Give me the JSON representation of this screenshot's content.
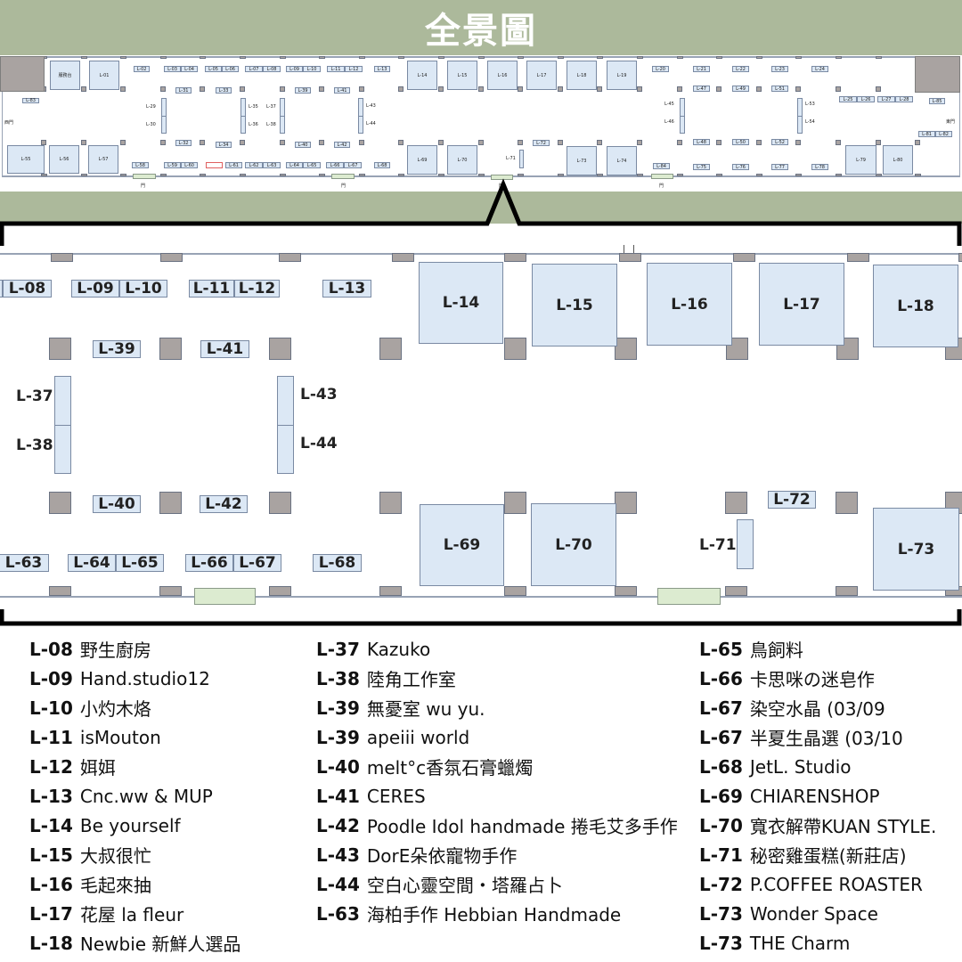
{
  "title": "全景圖",
  "colors": {
    "band": "#acb99b",
    "booth": "#dce8f5",
    "pillar": "#a9a3a1",
    "door": "#dcebd0"
  },
  "overview": {
    "booths": [
      "服務台",
      "L-01",
      "L-02",
      "L-03",
      "L-04",
      "L-05",
      "L-06",
      "L-07",
      "L-08",
      "L-09",
      "L-10",
      "L-11",
      "L-12",
      "L-13",
      "L-14",
      "L-15",
      "L-16",
      "L-17",
      "L-18",
      "L-19",
      "L-20",
      "L-21",
      "L-22",
      "L-23",
      "L-24",
      "L-31",
      "L-33",
      "L-39",
      "L-41",
      "L-47",
      "L-49",
      "L-51",
      "L-83",
      "L-25",
      "L-26",
      "L-27",
      "L-28",
      "L-85",
      "L-81",
      "L-82",
      "L-32",
      "L-34",
      "L-40",
      "L-42",
      "L-48",
      "L-50",
      "L-52",
      "L-72",
      "L-55",
      "L-56",
      "L-57",
      "L-58",
      "L-59",
      "L-60",
      "L-61",
      "L-62",
      "L-63",
      "L-64",
      "L-65",
      "L-66",
      "L-67",
      "L-68",
      "L-69",
      "L-70",
      "L-73",
      "L-74",
      "L-84",
      "L-75",
      "L-76",
      "L-77",
      "L-78",
      "L-79",
      "L-80"
    ],
    "texts": [
      "L-29",
      "L-30",
      "L-35",
      "L-36",
      "L-37",
      "L-38",
      "L-43",
      "L-44",
      "L-45",
      "L-46",
      "L-53",
      "L-54",
      "L-71",
      "西門",
      "東門",
      "門",
      "門",
      "門",
      "門"
    ]
  },
  "detail": {
    "booths": [
      "L-08",
      "L-09",
      "L-10",
      "L-11",
      "L-12",
      "L-13",
      "L-14",
      "L-15",
      "L-16",
      "L-17",
      "L-18",
      "L-39",
      "L-41",
      "L-40",
      "L-42",
      "L-69",
      "L-70",
      "L-72",
      "L-73",
      "L-63",
      "L-64",
      "L-65",
      "L-66",
      "L-67",
      "L-68"
    ],
    "texts": [
      "L-37",
      "L-38",
      "L-43",
      "L-44",
      "L-71"
    ]
  },
  "legend": [
    [
      {
        "code": "L-08",
        "name": "野生廚房"
      },
      {
        "code": "L-09",
        "name": "Hand.studio12"
      },
      {
        "code": "L-10",
        "name": "小灼木烙"
      },
      {
        "code": "L-11",
        "name": "isMouton"
      },
      {
        "code": "L-12",
        "name": "㛅㛅"
      },
      {
        "code": "L-13",
        "name": "Cnc.ww & MUP"
      },
      {
        "code": "L-14",
        "name": "Be yourself"
      },
      {
        "code": "L-15",
        "name": "大叔很忙"
      },
      {
        "code": "L-16",
        "name": "毛起來抽"
      },
      {
        "code": "L-17",
        "name": "花屋 la fleur"
      },
      {
        "code": "L-18",
        "name": "Newbie 新鮮人選品"
      }
    ],
    [
      {
        "code": "L-37",
        "name": "Kazuko"
      },
      {
        "code": "L-38",
        "name": "陸角工作室"
      },
      {
        "code": "L-39",
        "name": "無憂室 wu yu."
      },
      {
        "code": "L-39",
        "name": "apeiii world"
      },
      {
        "code": "L-40",
        "name": "melt°c香氛石膏蠟燭"
      },
      {
        "code": "L-41",
        "name": "CERES"
      },
      {
        "code": "L-42",
        "name": "Poodle Idol handmade 捲毛艾多手作"
      },
      {
        "code": "L-43",
        "name": "DorE朵依寵物手作"
      },
      {
        "code": "L-44",
        "name": "空白心靈空間・塔羅占卜"
      },
      {
        "code": "L-63",
        "name": "海柏手作 Hebbian Handmade"
      }
    ],
    [
      {
        "code": "L-65",
        "name": "鳥飼料"
      },
      {
        "code": "L-66",
        "name": "卡思咪の迷皂作"
      },
      {
        "code": "L-67",
        "name": "染空水晶 (03/09"
      },
      {
        "code": "L-67",
        "name": "半夏生晶選 (03/10"
      },
      {
        "code": "L-68",
        "name": "JetL. Studio"
      },
      {
        "code": "L-69",
        "name": "CHIARENSHOP"
      },
      {
        "code": "L-70",
        "name": "寬衣解帶KUAN STYLE."
      },
      {
        "code": "L-71",
        "name": "秘密雞蛋糕(新莊店)"
      },
      {
        "code": "L-72",
        "name": "P.COFFEE ROASTER"
      },
      {
        "code": "L-73",
        "name": "Wonder Space"
      },
      {
        "code": "L-73",
        "name": "THE Charm"
      }
    ]
  ]
}
